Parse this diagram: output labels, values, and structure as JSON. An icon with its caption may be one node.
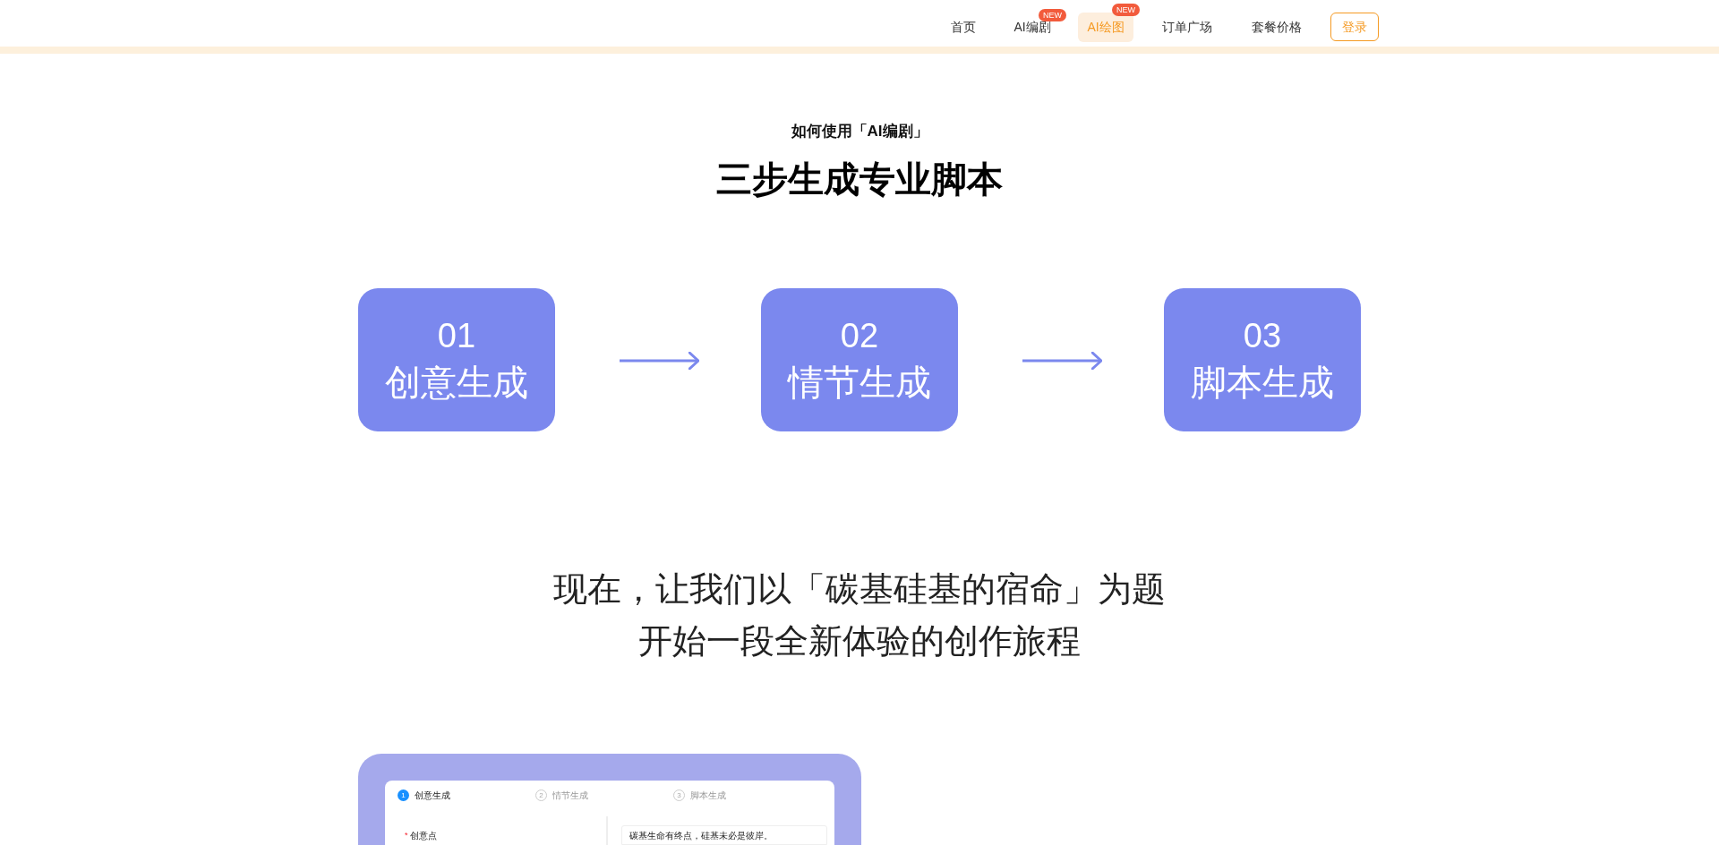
{
  "diagram": {
    "title": "三步生成专业脚本",
    "nodes": [
      {
        "text": [
          "01",
          "创意生成"
        ]
      },
      {
        "text": [
          "02",
          "情节生成"
        ]
      },
      {
        "text": [
          "03",
          "脚本生成"
        ]
      }
    ],
    "edges": [
      {
        "from": 0,
        "to": 1,
        "arrow": "to"
      },
      {
        "from": 1,
        "to": 2,
        "arrow": "to"
      }
    ],
    "labels": [
      "首页",
      "NEW",
      "AI编剧",
      "NEW",
      "AI绘图",
      "订单广场",
      "套餐价格",
      "登录",
      "如何使用「AI编剧」",
      "现在，让我们以「碳基硅基的宿命」为题",
      "开始一段全新体验的创作旅程",
      "1",
      "创意生成",
      "2",
      "情节生成",
      "3",
      "脚本生成",
      "*",
      "创意点",
      "碳基生命有终点，硅基未必是彼岸。"
    ]
  }
}
